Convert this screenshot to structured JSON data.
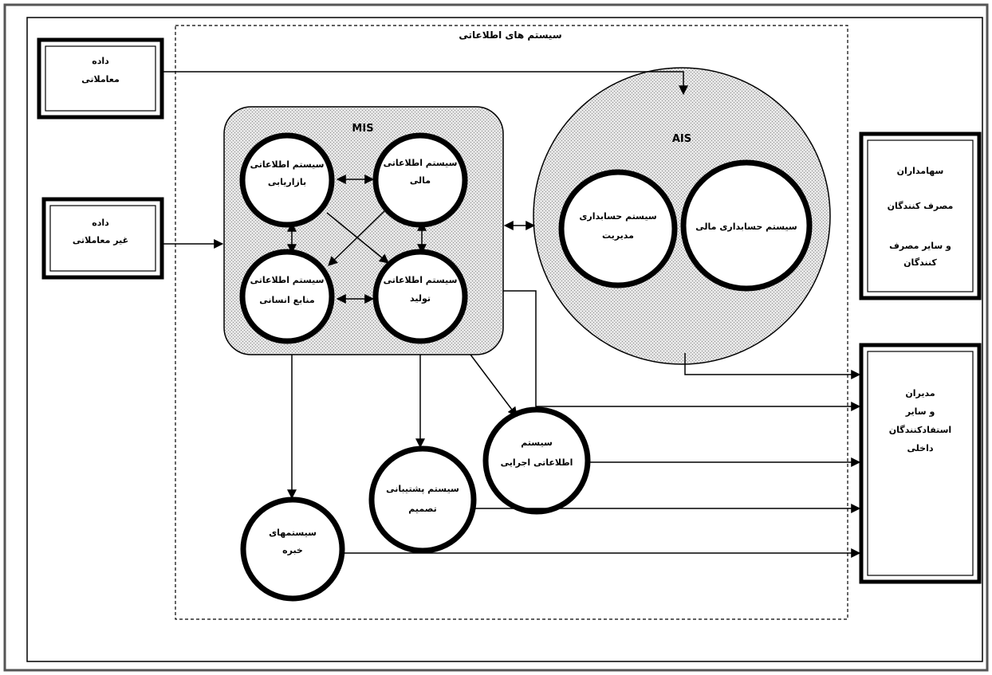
{
  "diagram": {
    "outer_title": "سیستم های اطلاعاتی",
    "inputs": {
      "transaction_data": [
        "داده",
        "معاملاتی"
      ],
      "non_transaction_data": [
        "داده",
        "غیر معاملاتی"
      ]
    },
    "mis": {
      "label": "MIS",
      "subsystems": {
        "marketing": [
          "سیستم اطلاعاتی",
          "بازاریابی"
        ],
        "finance": [
          "سیستم اطلاعاتی",
          "مالی"
        ],
        "human_resources": [
          "سیستم اطلاعاتی",
          "منابع انسانی"
        ],
        "production": [
          "سیستم اطلاعاتی",
          "تولید"
        ]
      }
    },
    "ais": {
      "label": "AIS",
      "management_accounting": [
        "سیستم حسابداری",
        "مدیریت"
      ],
      "financial_accounting": [
        "سیستم حسابداری مالی"
      ]
    },
    "outputs": {
      "external_users": [
        "سهامداران",
        "مصرف کنندگان",
        "و سایر مصرف",
        "کنندگان"
      ],
      "internal_users": [
        "مدیران",
        "و سایر",
        "استفادکنندگان",
        "داخلی"
      ]
    },
    "other_systems": {
      "executive": [
        "سیستم",
        "اطلاعاتی اجرایی"
      ],
      "decision_support": [
        "سیستم پشتیبانی",
        "تصمیم"
      ],
      "expert": [
        "سیستمهای",
        "خبره"
      ]
    }
  },
  "colors": {
    "line": "#000000",
    "shade": "#d9d9d9",
    "background": "#ffffff"
  }
}
